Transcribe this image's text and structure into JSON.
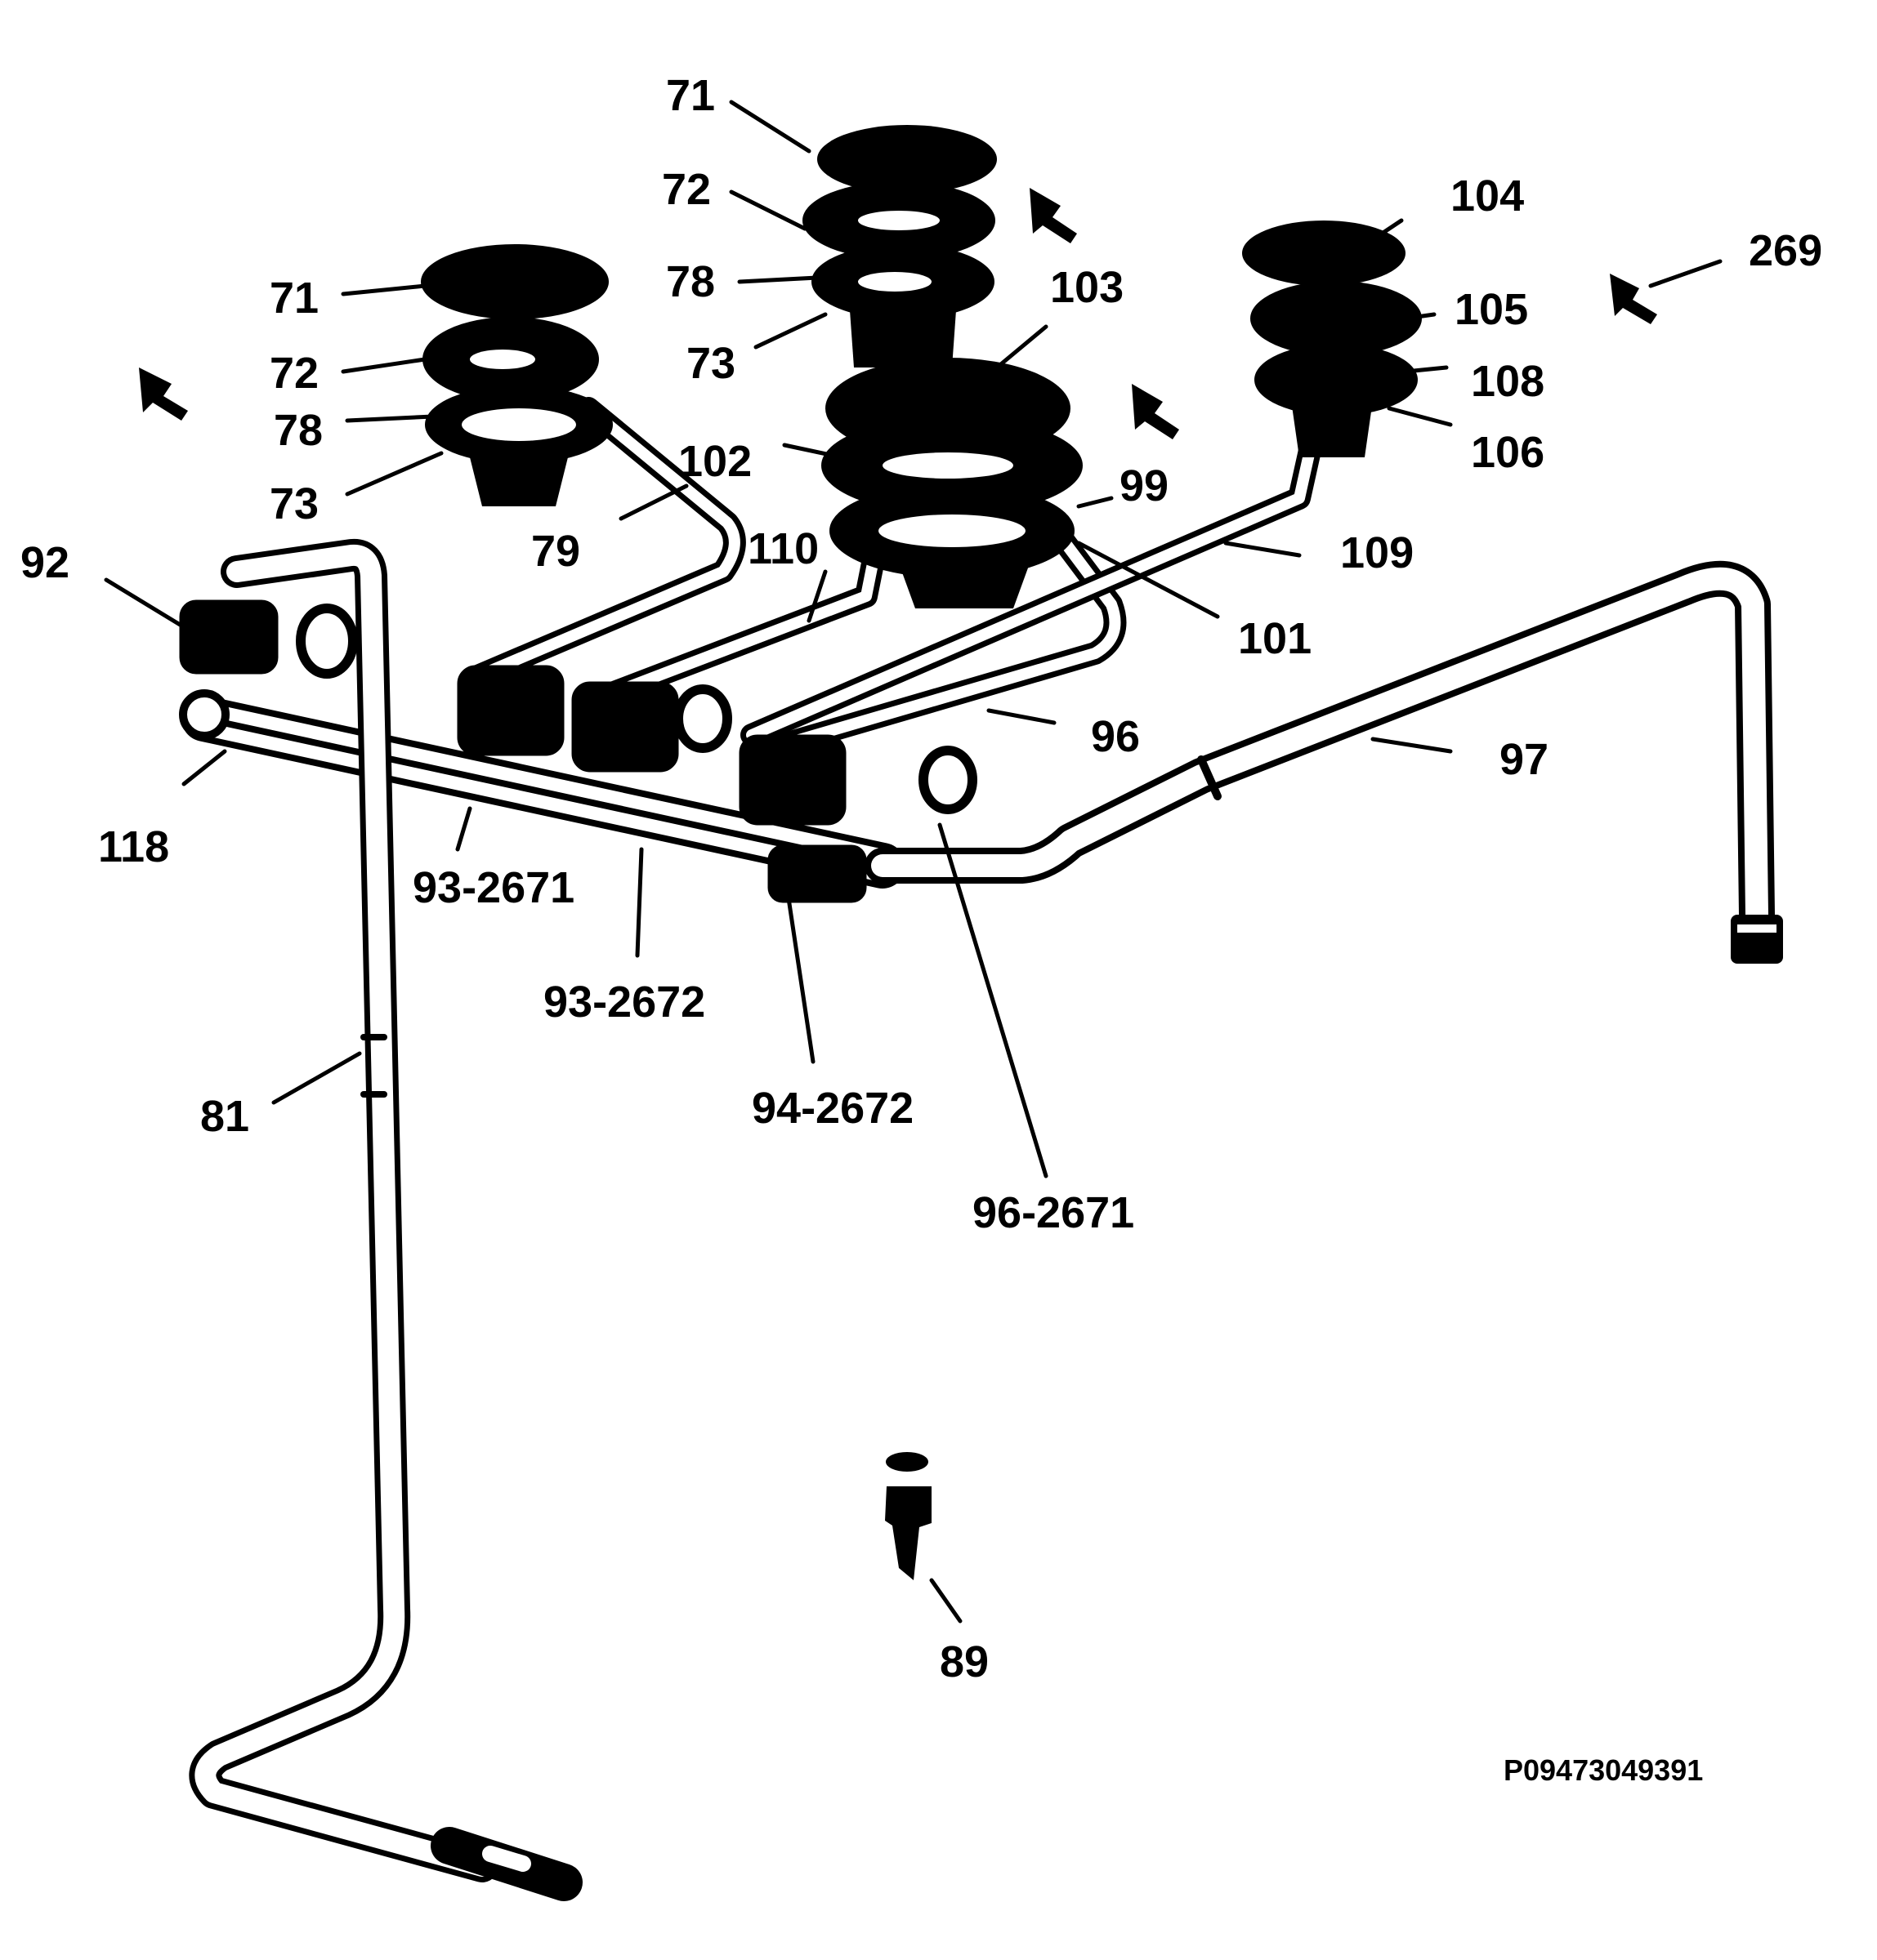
{
  "diagram": {
    "document_code": "P09473049391",
    "part_labels": {
      "l71a": "71",
      "l72a": "72",
      "l78a": "78",
      "l73a": "73",
      "l71b": "71",
      "l72b": "72",
      "l78b": "78",
      "l73b": "73",
      "l104": "104",
      "l105": "105",
      "l108": "108",
      "l106": "106",
      "l103": "103",
      "l102": "102",
      "l99": "99",
      "l79": "79",
      "l110": "110",
      "l109": "109",
      "l101": "101",
      "l92": "92",
      "l96": "96",
      "l97": "97",
      "l118": "118",
      "l93_2671": "93-2671",
      "l93_2672": "93-2672",
      "l94_2672": "94-2672",
      "l96_2671": "96-2671",
      "l81": "81",
      "l89": "89",
      "l269": "269"
    }
  },
  "colors": {
    "ink": "#000000",
    "paper": "#ffffff"
  }
}
